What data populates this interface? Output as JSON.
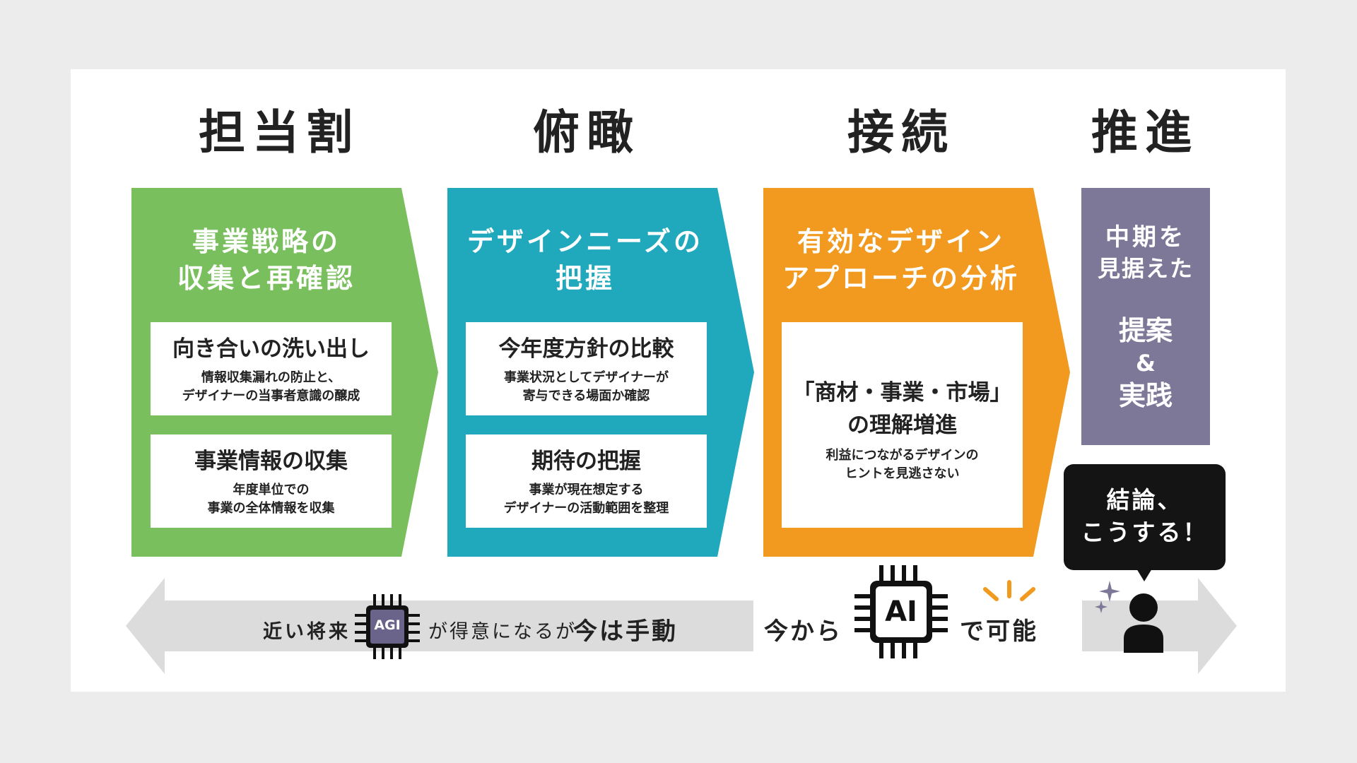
{
  "colors": {
    "green": "#79bf5d",
    "teal": "#20a8bc",
    "orange": "#f29a1f",
    "purple": "#7e7898",
    "arrow_gray": "#dcdcdc"
  },
  "headings": [
    "担当割",
    "俯瞰",
    "接続",
    "推進"
  ],
  "stages": [
    {
      "title_line1": "事業戦略の",
      "title_line2": "収集と再確認",
      "boxes": [
        {
          "title": "向き合いの洗い出し",
          "sub1": "情報収集漏れの防止と、",
          "sub2": "デザイナーの当事者意識の醸成"
        },
        {
          "title": "事業情報の収集",
          "sub1": "年度単位での",
          "sub2": "事業の全体情報を収集"
        }
      ]
    },
    {
      "title_line1": "デザインニーズの",
      "title_line2": "把握",
      "boxes": [
        {
          "title": "今年度方針の比較",
          "sub1": "事業状況としてデザイナーが",
          "sub2": "寄与できる場面か確認"
        },
        {
          "title": "期待の把握",
          "sub1": "事業が現在想定する",
          "sub2": "デザイナーの活動範囲を整理"
        }
      ]
    },
    {
      "title_line1": "有効なデザイン",
      "title_line2": "アプローチの分析",
      "box": {
        "title1": "「商材・事業・市場」",
        "title2": "の理解増進",
        "sub1": "利益につながるデザインの",
        "sub2": "ヒントを見逃さない"
      }
    }
  ],
  "final": {
    "line1": "中期を",
    "line2": "見据えた",
    "line3": "提案",
    "line4": "&",
    "line5": "実践"
  },
  "bubble": {
    "line1": "結論、",
    "line2": "こうする！"
  },
  "bottom": {
    "near_future": "近い将来",
    "agi_label": "AGI",
    "good_at": "が得意になるが",
    "manual": "今は手動",
    "from_now": "今から",
    "ai_label": "AI",
    "possible": "で可能"
  }
}
